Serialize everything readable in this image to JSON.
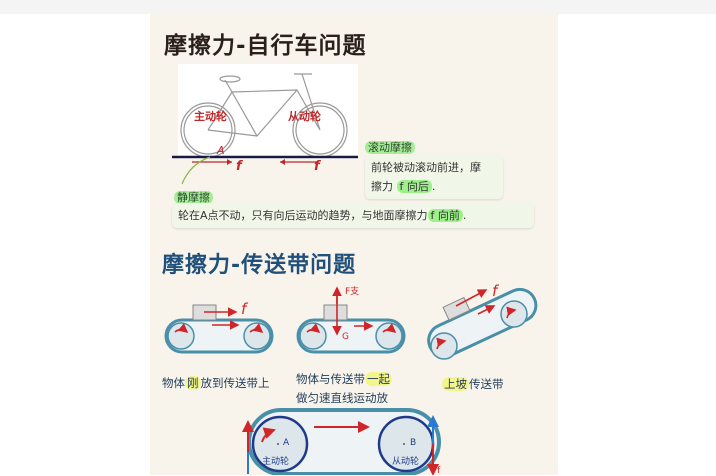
{
  "section1": {
    "title": "摩擦力-自行车问题",
    "bike_labels": {
      "drive": "主动轮",
      "driven": "从动轮",
      "point": "A",
      "f1": "f",
      "f2": "f"
    },
    "rolling": {
      "tag": "滚动摩擦",
      "text1": "前轮被动滚动前进，摩",
      "text2": "擦力",
      "hl": "f 向后",
      "end": "."
    },
    "static": {
      "tag": "静摩擦",
      "text": "轮在A点不动，只有向后运动的趋势，与地面摩擦力",
      "hl": "f 向前",
      "end": "."
    }
  },
  "section2": {
    "title": "摩擦力-传送带问题",
    "diagrams": [
      {
        "f": "f",
        "caption_a": "物体",
        "caption_hl": "刚",
        "caption_b": "放到传送带上"
      },
      {
        "fn": "F支",
        "g": "G",
        "caption_a": "物体与传送带",
        "caption_hl": "一起",
        "caption_line2": "做匀速直线运动放"
      },
      {
        "f": "f",
        "caption_hl": "上坡",
        "caption_b": "传送带"
      }
    ],
    "big": {
      "a": "A",
      "b": "B",
      "drive": "主动轮",
      "driven": "从动轮",
      "f": "f"
    }
  },
  "colors": {
    "red": "#d0262a",
    "belt": "#4a8fa8",
    "wheel": "#dde6ea",
    "navy": "#1f3a8a"
  }
}
